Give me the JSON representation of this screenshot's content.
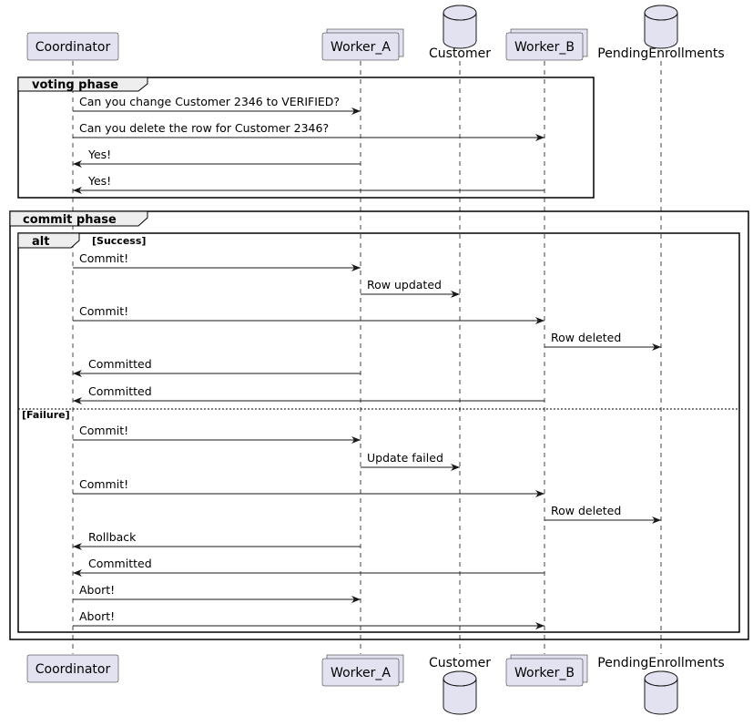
{
  "participants": [
    {
      "id": "coordinator",
      "label": "Coordinator",
      "kind": "participant"
    },
    {
      "id": "worker_a",
      "label": "Worker_A",
      "kind": "collections"
    },
    {
      "id": "customer",
      "label": "Customer",
      "kind": "database"
    },
    {
      "id": "worker_b",
      "label": "Worker_B",
      "kind": "collections"
    },
    {
      "id": "pending",
      "label": "PendingEnrollments",
      "kind": "database"
    }
  ],
  "groups": {
    "voting": {
      "label": "voting phase"
    },
    "commit": {
      "label": "commit phase"
    },
    "alt": {
      "label": "alt",
      "success_guard": "[Success]",
      "failure_guard": "[Failure]"
    }
  },
  "messages": [
    {
      "from": "coordinator",
      "to": "worker_a",
      "text": "Can you change Customer 2346 to VERIFIED?"
    },
    {
      "from": "coordinator",
      "to": "worker_b",
      "text": "Can you delete the row for Customer 2346?"
    },
    {
      "from": "worker_a",
      "to": "coordinator",
      "text": "Yes!"
    },
    {
      "from": "worker_b",
      "to": "coordinator",
      "text": "Yes!"
    },
    {
      "from": "coordinator",
      "to": "worker_a",
      "text": "Commit!"
    },
    {
      "from": "worker_a",
      "to": "customer",
      "text": "Row updated"
    },
    {
      "from": "coordinator",
      "to": "worker_b",
      "text": "Commit!"
    },
    {
      "from": "worker_b",
      "to": "pending",
      "text": "Row deleted"
    },
    {
      "from": "worker_a",
      "to": "coordinator",
      "text": "Committed"
    },
    {
      "from": "worker_b",
      "to": "coordinator",
      "text": "Committed"
    },
    {
      "from": "coordinator",
      "to": "worker_a",
      "text": "Commit!"
    },
    {
      "from": "worker_a",
      "to": "customer",
      "text": "Update failed"
    },
    {
      "from": "coordinator",
      "to": "worker_b",
      "text": "Commit!"
    },
    {
      "from": "worker_b",
      "to": "pending",
      "text": "Row deleted"
    },
    {
      "from": "worker_a",
      "to": "coordinator",
      "text": "Rollback"
    },
    {
      "from": "worker_b",
      "to": "coordinator",
      "text": "Committed"
    },
    {
      "from": "coordinator",
      "to": "worker_a",
      "text": "Abort!"
    },
    {
      "from": "coordinator",
      "to": "worker_b",
      "text": "Abort!"
    }
  ],
  "colors": {
    "participant_fill": "#e2e2f0",
    "participant_border": "#181818",
    "lifeline": "#181818",
    "arrow": "#181818",
    "frame_header": "#eeeeee"
  }
}
